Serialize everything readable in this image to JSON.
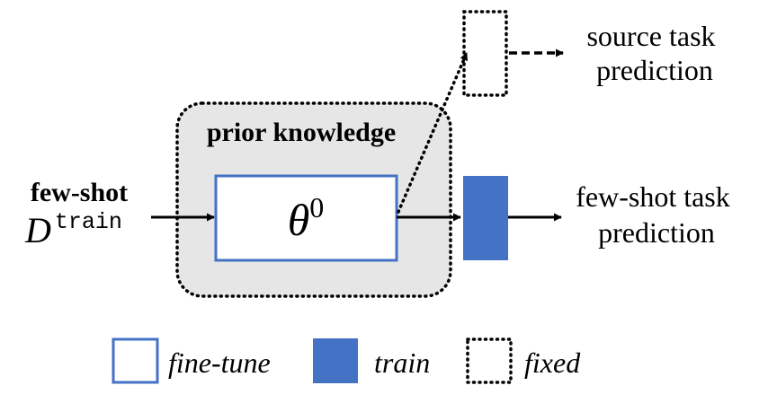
{
  "input": {
    "label": "few-shot",
    "symbol": "D",
    "symbol_superscript": "train"
  },
  "prior_knowledge": {
    "label": "prior knowledge",
    "param_symbol": "θ",
    "param_superscript": "0"
  },
  "outputs": {
    "source_line1": "source task",
    "source_line2": "prediction",
    "fewshot_line1": "few-shot task",
    "fewshot_line2": "prediction"
  },
  "legend": {
    "finetune": "fine-tune",
    "train": "train",
    "fixed": "fixed"
  },
  "colors": {
    "accent_blue": "#4472c4",
    "box_gray": "#e6e6e6",
    "text": "#000000"
  }
}
